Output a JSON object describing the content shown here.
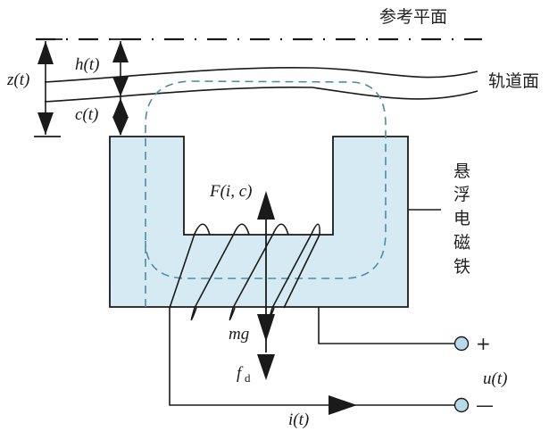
{
  "diagram": {
    "title": "Maglev suspension electromagnet model",
    "colors": {
      "magnet_fill": "#d6eaf3",
      "flux_dash": "#4a8ea6",
      "terminal_fill": "#b7dbea",
      "line": "#1a1a1a"
    },
    "labels": {
      "reference_plane": "参考平面",
      "track_surface": "轨道面",
      "electromagnet": [
        "悬",
        "浮",
        "电",
        "磁",
        "铁"
      ],
      "z": "z(t)",
      "h": "h(t)",
      "c": "c(t)",
      "force": "F(i, c)",
      "gravity": "mg",
      "disturbance": "f",
      "disturbance_sub": "d",
      "current": "i(t)",
      "voltage": "u(t)",
      "plus": "+",
      "minus": "—"
    }
  }
}
